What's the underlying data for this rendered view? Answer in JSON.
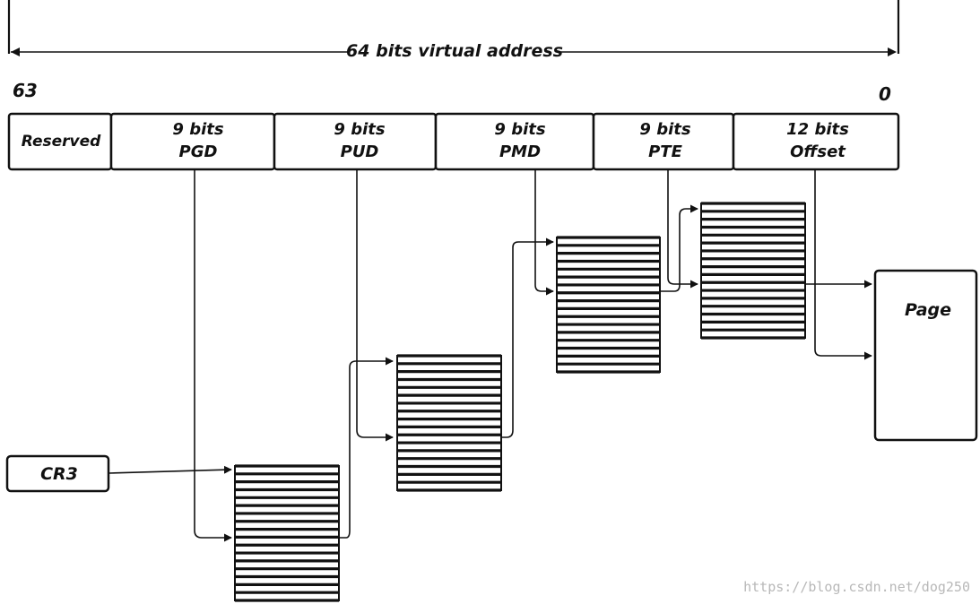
{
  "header": {
    "title": "64 bits virtual address",
    "bit_high": "63",
    "bit_low": "0"
  },
  "fields": [
    {
      "line1": "Reserved",
      "line2": ""
    },
    {
      "line1": "9 bits",
      "line2": "PGD"
    },
    {
      "line1": "9 bits",
      "line2": "PUD"
    },
    {
      "line1": "9 bits",
      "line2": "PMD"
    },
    {
      "line1": "9 bits",
      "line2": "PTE"
    },
    {
      "line1": "12 bits",
      "line2": "Offset"
    }
  ],
  "register": {
    "label": "CR3"
  },
  "page": {
    "label": "Page"
  },
  "watermark": "https://blog.csdn.net/dog250"
}
